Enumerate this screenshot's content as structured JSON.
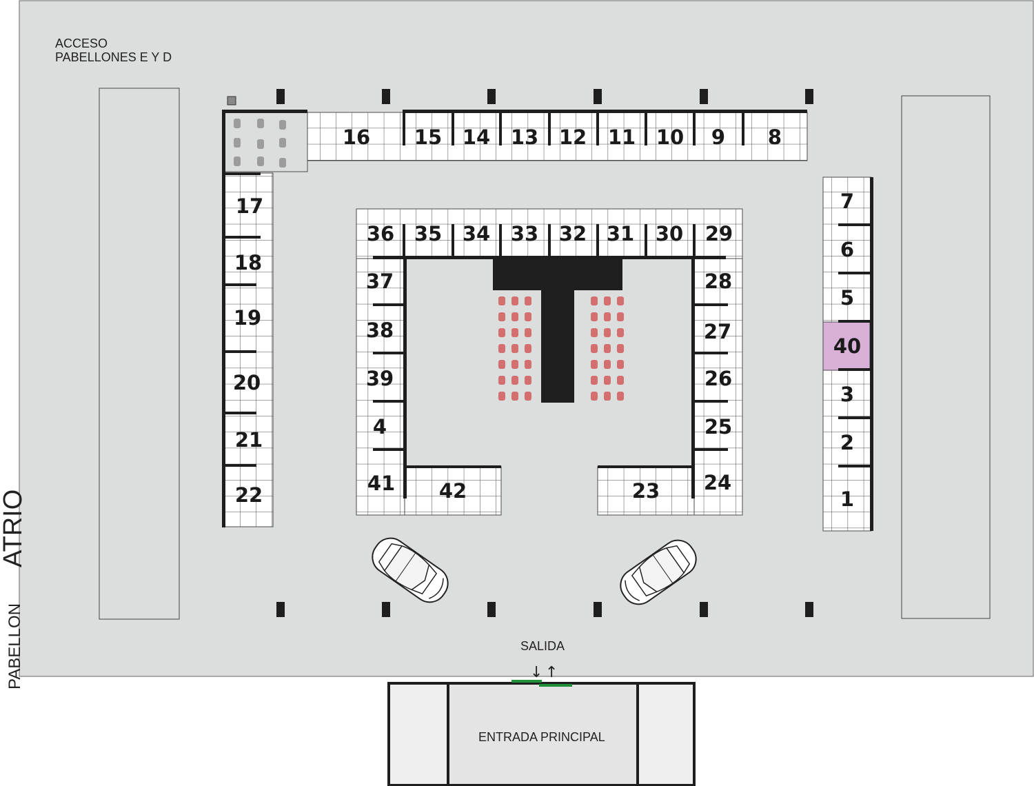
{
  "labels": {
    "acceso_line1": "ACCESO",
    "acceso_line2": "PABELLONES E Y D",
    "salida": "SALIDA",
    "entrada": "ENTRADA PRINCIPAL",
    "pabellon": "PABELLON",
    "atrio": "ATRIO",
    "arrow_down": "↓",
    "arrow_up": "↑"
  },
  "colors": {
    "floor": "#dcdddd",
    "wall": "#1e1e1e",
    "grid_fill": "#ffffff",
    "highlight_stand": "#d8b0d8",
    "seat": "#d46f6f",
    "lounge_seat": "#9c9c9c",
    "door": "#1f8f3a"
  },
  "stands": {
    "s1": "1",
    "s2": "2",
    "s3": "3",
    "s4": "4",
    "s5": "5",
    "s6": "6",
    "s7": "7",
    "s8": "8",
    "s9": "9",
    "s10": "10",
    "s11": "11",
    "s12": "12",
    "s13": "13",
    "s14": "14",
    "s15": "15",
    "s16": "16",
    "s17": "17",
    "s18": "18",
    "s19": "19",
    "s20": "20",
    "s21": "21",
    "s22": "22",
    "s23": "23",
    "s24": "24",
    "s25": "25",
    "s26": "26",
    "s27": "27",
    "s28": "28",
    "s29": "29",
    "s30": "30",
    "s31": "31",
    "s32": "32",
    "s33": "33",
    "s34": "34",
    "s35": "35",
    "s36": "36",
    "s37": "37",
    "s38": "38",
    "s39": "39",
    "s40": "40",
    "s41": "41",
    "s42": "42"
  },
  "highlighted_stand": "40"
}
